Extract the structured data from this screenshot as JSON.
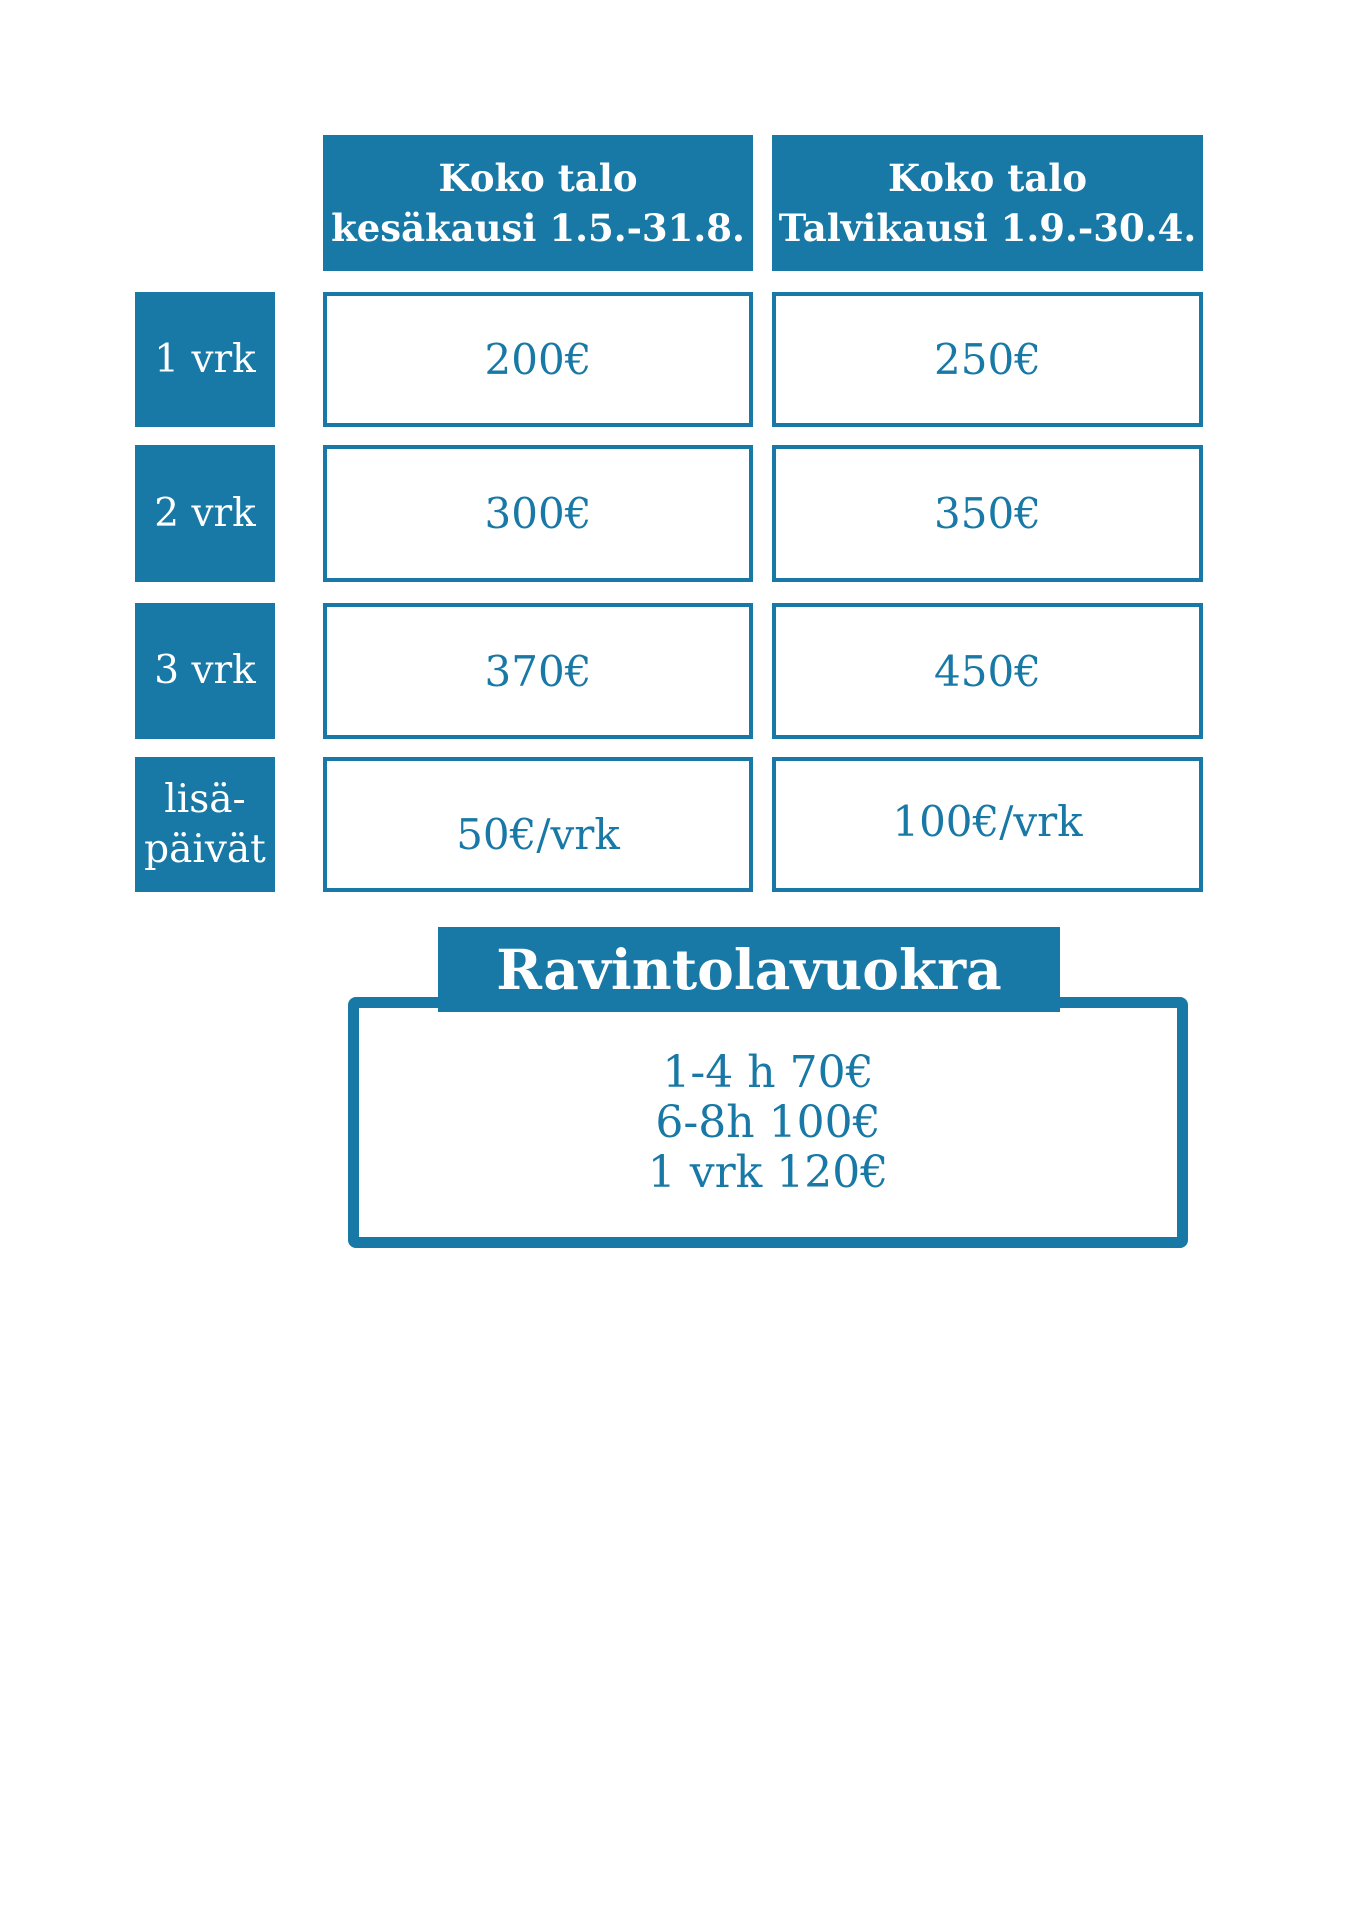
{
  "colors": {
    "primary_blue": "#1878a6",
    "background": "#ffffff",
    "text_on_blue": "#ffffff"
  },
  "table": {
    "column_headers": [
      {
        "line1": "Koko talo",
        "line2": "kesäkausi 1.5.-31.8."
      },
      {
        "line1": "Koko talo",
        "line2": "Talvikausi 1.9.-30.4."
      }
    ],
    "rows": [
      {
        "label_line1": "1 vrk",
        "label_line2": "",
        "summer": "200€",
        "winter": "250€"
      },
      {
        "label_line1": "2 vrk",
        "label_line2": "",
        "summer": "300€",
        "winter": "350€"
      },
      {
        "label_line1": "3 vrk",
        "label_line2": "",
        "summer": "370€",
        "winter": "450€"
      },
      {
        "label_line1": "lisä-",
        "label_line2": "päivät",
        "summer": "50€/vrk",
        "winter": "100€/vrk"
      }
    ]
  },
  "restaurant": {
    "title": "Ravintolavuokra",
    "lines": [
      "1-4 h 70€",
      "6-8h 100€",
      "1 vrk 120€"
    ]
  }
}
